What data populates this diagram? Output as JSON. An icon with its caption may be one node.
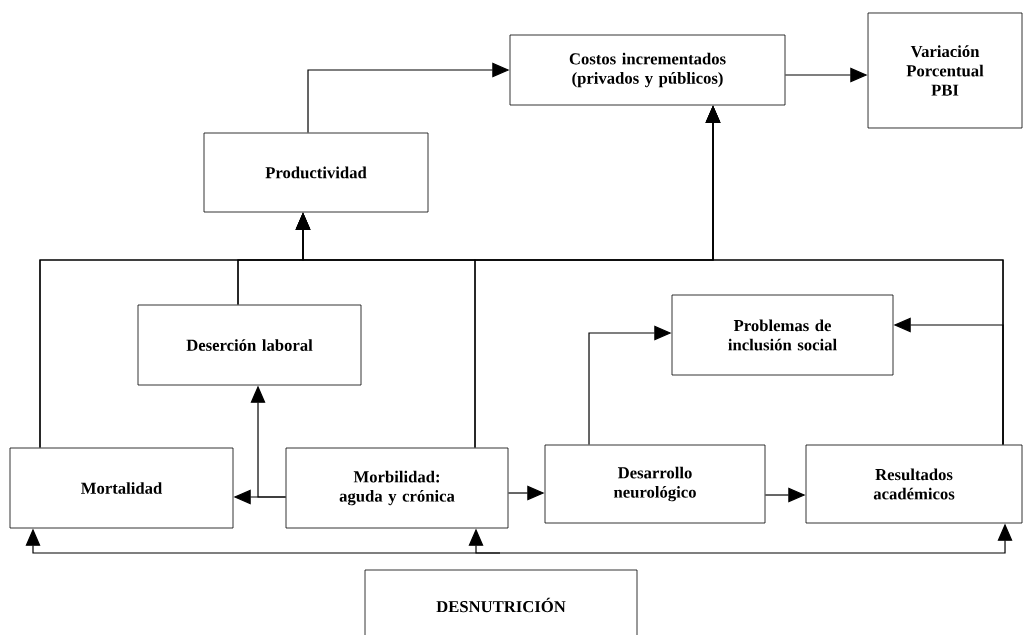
{
  "diagram": {
    "nodes": [
      {
        "text": [
          "Costos incrementados (privados y públicos)"
        ]
      },
      {
        "text": [
          "Variación Porcentual PBI"
        ]
      },
      {
        "text": [
          "Productividad"
        ]
      },
      {
        "text": [
          "Deserción laboral"
        ]
      },
      {
        "text": [
          "Problemas de inclusión social"
        ]
      },
      {
        "text": [
          "Mortalidad"
        ]
      },
      {
        "text": [
          "Morbilidad: aguda y crónica"
        ]
      },
      {
        "text": [
          "Desarrollo neurológico"
        ]
      },
      {
        "text": [
          "Resultados académicos"
        ]
      },
      {
        "text": [
          "DESNUTRICIÓN"
        ]
      }
    ],
    "edges": [
      {
        "from": 2,
        "to": 0,
        "arrow": "to"
      },
      {
        "from": 0,
        "to": 1,
        "arrow": "to"
      },
      {
        "from": 6,
        "to": 5,
        "arrow": "to"
      },
      {
        "from": 6,
        "to": 3,
        "arrow": "to"
      },
      {
        "from": 6,
        "to": 7,
        "arrow": "to"
      },
      {
        "from": 7,
        "to": 8,
        "arrow": "to"
      },
      {
        "from": 7,
        "to": 4,
        "arrow": "to"
      },
      {
        "from": 8,
        "to": 4,
        "arrow": "to"
      },
      {
        "from": 5,
        "to": 2,
        "arrow": "to"
      },
      {
        "from": 3,
        "to": 2,
        "arrow": "to"
      },
      {
        "from": 6,
        "to": 2,
        "arrow": "to"
      },
      {
        "from": 8,
        "to": 2,
        "arrow": "to"
      },
      {
        "from": 5,
        "to": 0,
        "arrow": "to"
      },
      {
        "from": 3,
        "to": 0,
        "arrow": "to"
      },
      {
        "from": 6,
        "to": 0,
        "arrow": "to"
      },
      {
        "from": 8,
        "to": 0,
        "arrow": "to"
      },
      {
        "from": null,
        "to": 5,
        "arrow": "to"
      },
      {
        "from": null,
        "to": 6,
        "arrow": "to"
      },
      {
        "from": null,
        "to": 8,
        "arrow": "to"
      }
    ]
  }
}
